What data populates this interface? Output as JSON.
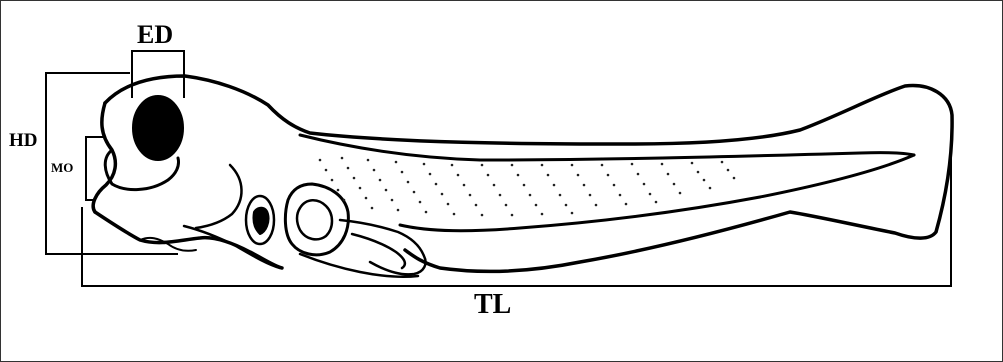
{
  "labels": {
    "ed": "ED",
    "hd": "HD",
    "mo": "MO",
    "tl": "TL"
  },
  "colors": {
    "line": "#000000",
    "eye": "#000000",
    "background": "#ffffff"
  }
}
